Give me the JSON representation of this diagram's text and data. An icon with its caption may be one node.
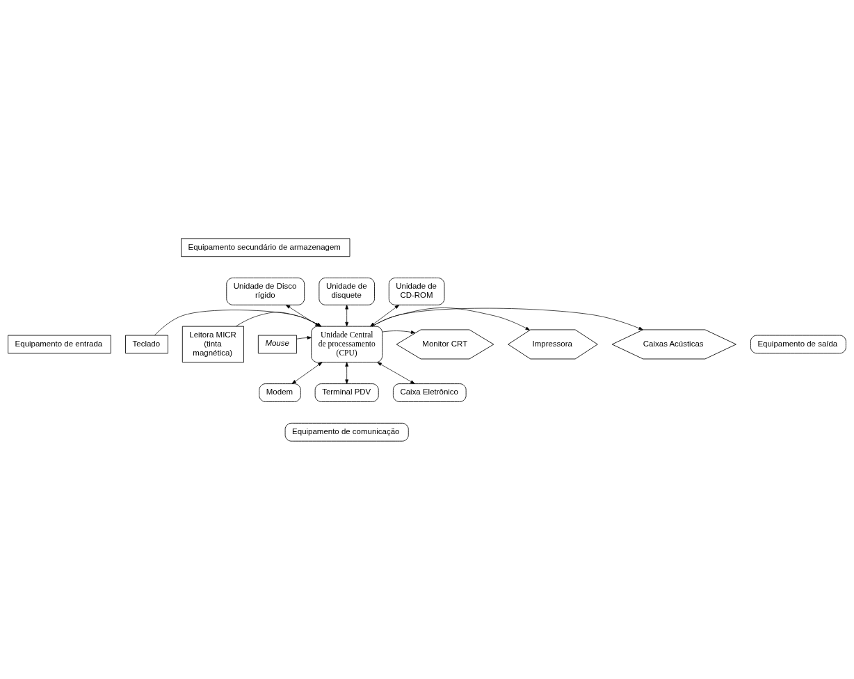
{
  "diagram": {
    "nodes": [
      {
        "text": [
          "Equipamento secundário de armazenagem"
        ]
      },
      {
        "text": [
          "Unidade de disquete"
        ]
      },
      {
        "text": [
          "Unidade de Disco rígido"
        ]
      },
      {
        "text": [
          "Unidade de CD-ROM"
        ]
      },
      {
        "text": [
          "Equipamento de entrada"
        ]
      },
      {
        "text": [
          "Teclado"
        ]
      },
      {
        "text": [
          "Leitora MICR (tinta magnética)"
        ]
      },
      {
        "text": [
          "Mouse"
        ]
      },
      {
        "text": [
          "Unidade Central de processamento (CPU)"
        ]
      },
      {
        "text": [
          "Monitor CRT"
        ]
      },
      {
        "text": [
          "Impressora"
        ]
      },
      {
        "text": [
          "Caixas Acústicas"
        ]
      },
      {
        "text": [
          "Equipamento de saída"
        ]
      },
      {
        "text": [
          "Modem"
        ]
      },
      {
        "text": [
          "Terminal PDV"
        ]
      },
      {
        "text": [
          "Caixa Eletrônico"
        ]
      },
      {
        "text": [
          "Equipamento de comunicação"
        ]
      }
    ],
    "edges": [
      {
        "from": 1,
        "to": 8,
        "arrow": "both"
      },
      {
        "from": 2,
        "to": 8,
        "arrow": "both"
      },
      {
        "from": 3,
        "to": 8,
        "arrow": "both"
      },
      {
        "from": 5,
        "to": 8,
        "arrow": "to"
      },
      {
        "from": 6,
        "to": 8,
        "arrow": "to"
      },
      {
        "from": 7,
        "to": 8,
        "arrow": "to"
      },
      {
        "from": 8,
        "to": 9,
        "arrow": "to"
      },
      {
        "from": 8,
        "to": 10,
        "arrow": "to"
      },
      {
        "from": 8,
        "to": 11,
        "arrow": "to"
      },
      {
        "from": 8,
        "to": 13,
        "arrow": "both"
      },
      {
        "from": 8,
        "to": 14,
        "arrow": "both"
      },
      {
        "from": 8,
        "to": 15,
        "arrow": "both"
      }
    ]
  }
}
